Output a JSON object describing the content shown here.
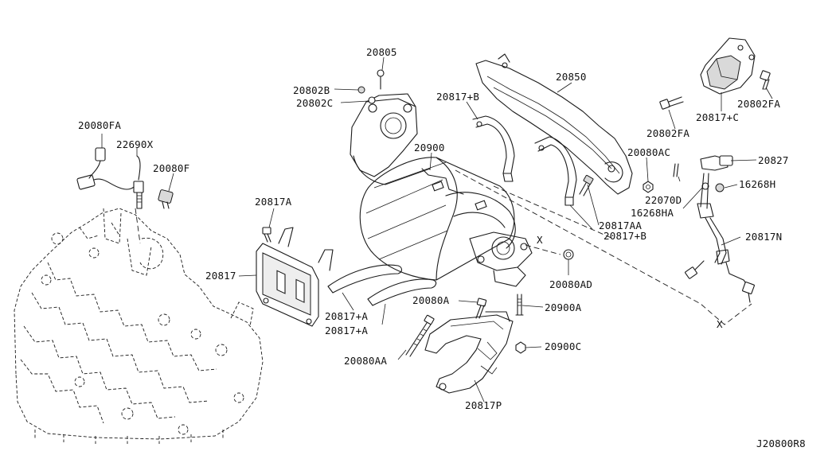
{
  "diagram": {
    "reference_code": "J20800R8",
    "callouts": {
      "p20805": "20805",
      "p20802B": "20802B",
      "p20802C": "20802C",
      "p20817B_top": "20817+B",
      "p20850": "20850",
      "p20802FA_right": "20802FA",
      "p20817C": "20817+C",
      "p20802FA_mid": "20802FA",
      "p20080FA": "20080FA",
      "p22690X": "22690X",
      "p20080F": "20080F",
      "p20900": "20900",
      "p20080AC": "20080AC",
      "p20827": "20827",
      "p22070D": "22070D",
      "p16268H": "16268H",
      "p16268HA": "16268HA",
      "p20817A": "20817A",
      "p20817AA": "20817AA",
      "p20817B_low": "20817+B",
      "p20817N": "20817N",
      "p20817": "20817",
      "p20080AD": "20080AD",
      "p20080A": "20080A",
      "p20900A": "20900A",
      "p20817A_plus1": "20817+A",
      "p20817A_plus2": "20817+A",
      "p20900C": "20900C",
      "p20080AA": "20080AA",
      "p20817P": "20817P",
      "marker_x1": "X",
      "marker_x2": "X"
    }
  }
}
